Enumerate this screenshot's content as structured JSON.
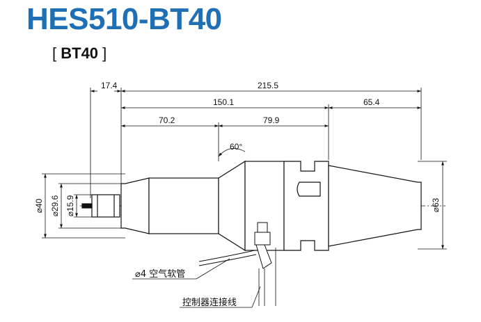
{
  "title": "HES510-BT40",
  "subtitle": {
    "bracket_open": "[",
    "label": "BT40",
    "bracket_close": "]"
  },
  "colors": {
    "title": "#1f6fb5",
    "line": "#111111",
    "body_fill": "#ffffff"
  },
  "dimensions": {
    "horizontal": [
      {
        "id": "d174",
        "value": "17.4"
      },
      {
        "id": "d2155",
        "value": "215.5"
      },
      {
        "id": "d1501",
        "value": "150.1"
      },
      {
        "id": "d654",
        "value": "65.4"
      },
      {
        "id": "d702",
        "value": "70.2"
      },
      {
        "id": "d799",
        "value": "79.9"
      }
    ],
    "angle": {
      "value": "60°"
    },
    "diameters": [
      {
        "id": "dia40",
        "value": "⌀40"
      },
      {
        "id": "dia296",
        "value": "⌀29.6"
      },
      {
        "id": "dia159",
        "value": "⌀15.9"
      },
      {
        "id": "dia63",
        "value": "⌀63"
      }
    ]
  },
  "callouts": {
    "air_hose": "⌀4 空气软管",
    "controller_cable": "控制器连接线"
  }
}
